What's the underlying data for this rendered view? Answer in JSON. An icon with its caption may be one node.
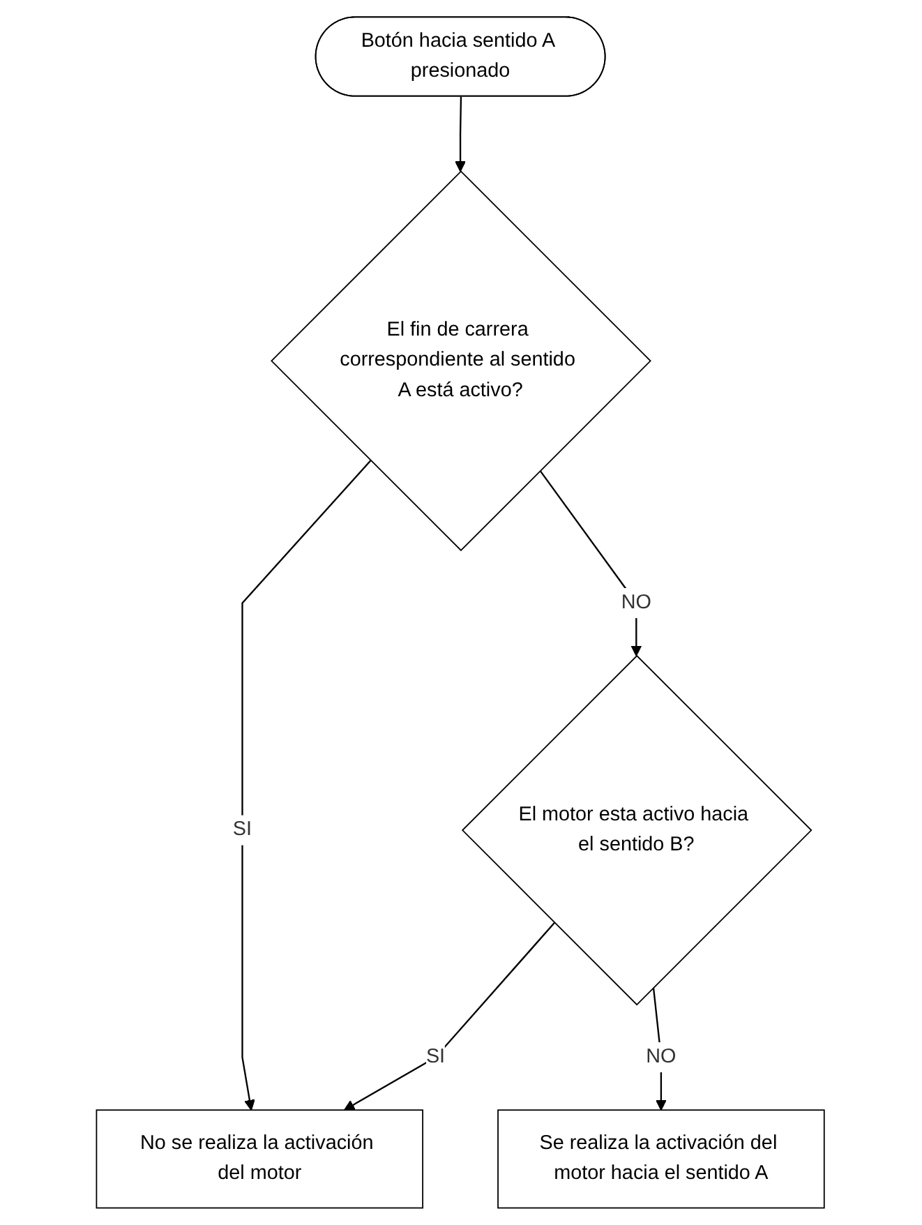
{
  "diagram": {
    "nodes": [
      {
        "text": [
          "Botón hacia sentido A presionado"
        ]
      },
      {
        "text": [
          "El fin de carrera correspondiente al sentido A está activo?"
        ]
      },
      {
        "text": [
          "El motor esta activo hacia el sentido B?"
        ]
      },
      {
        "text": [
          "No se realiza la activación del motor"
        ]
      },
      {
        "text": [
          "Se realiza la activación del motor hacia el sentido A"
        ]
      }
    ],
    "edges": [
      {
        "from": 0,
        "to": 1,
        "arrow": "to"
      },
      {
        "from": 1,
        "to": 2,
        "arrow": "to",
        "label": "NO"
      },
      {
        "from": 1,
        "to": 3,
        "arrow": "to",
        "label": "SI"
      },
      {
        "from": 2,
        "to": 3,
        "arrow": "to",
        "label": "SI"
      },
      {
        "from": 2,
        "to": 4,
        "arrow": "to",
        "label": "NO"
      }
    ]
  }
}
